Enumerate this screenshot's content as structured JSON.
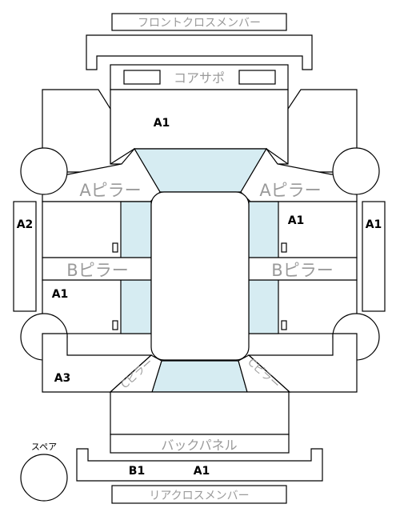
{
  "labels": {
    "front_cross_member": "フロントクロスメンバー",
    "core_support": "コアサポ",
    "a_pillar_left": "Aピラー",
    "a_pillar_right": "Aピラー",
    "b_pillar_left": "Bピラー",
    "b_pillar_right": "Bピラー",
    "c_pillar_left": "Cピラー",
    "c_pillar_right": "Cピラー",
    "back_panel": "バックパネル",
    "rear_cross_member": "リアクロスメンバー",
    "spare": "スペア"
  },
  "grades": {
    "front_center": "A1",
    "side_left": "A2",
    "side_right": "A1",
    "door_right_front": "A1",
    "door_left_rear": "A1",
    "rear_left": "A3",
    "rear_center_b": "B1",
    "rear_center_a": "A1"
  },
  "colors": {
    "glass": "#d6ecf2",
    "label_grey": "#9a9a9a",
    "line": "#000000"
  }
}
